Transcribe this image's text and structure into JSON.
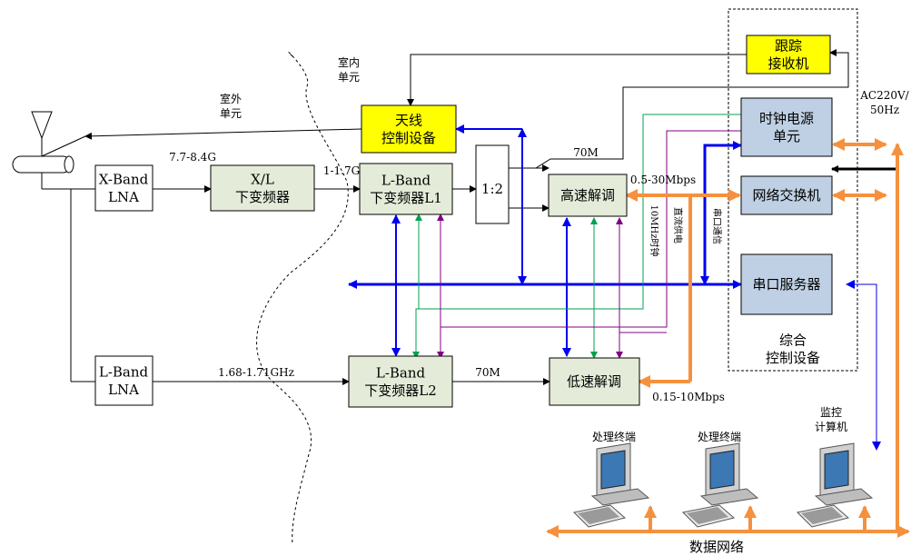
{
  "regions": {
    "outdoor": "室外\n单元",
    "indoor": "室内\n单元"
  },
  "blocks": {
    "xband_lna": "X-Band\nLNA",
    "xl_converter": "X/L\n下变频器",
    "antenna_ctrl": "天线\n控制设备",
    "lband_l1": "L-Band\n下变频器L1",
    "splitter": "1:2",
    "hs_demod": "高速解调",
    "lband_lna": "L-Band\nLNA",
    "lband_l2": "L-Band\n下变频器L2",
    "ls_demod": "低速解调",
    "tracking_rx": "跟踪\n接收机",
    "clock_power": "时钟电源\n单元",
    "net_switch": "网络交换机",
    "serial_server": "串口服务器",
    "integrated_ctrl": "综合\n控制设备"
  },
  "labels": {
    "freq_x": "7.7-8.4G",
    "freq_l": "1-1.7G",
    "freq_lband": "1.68-1.71GHz",
    "if_70m_top": "70M",
    "if_70m_bottom": "70M",
    "rate_high": "0.5-30Mbps",
    "rate_low": "0.15-10Mbps",
    "ac_power": "AC220V/\n50Hz",
    "clock_10mhz": "10MHz时钟",
    "dc_power": "直流供电",
    "serial_comm": "串口通信",
    "data_network": "数据网络"
  },
  "terminals": {
    "term1": "处理终端",
    "term2": "处理终端",
    "monitor": "监控\n计算机"
  },
  "colors": {
    "block_fill": "#e4ecd9",
    "ctrl_fill": "#bfd0e4",
    "highlight": "#ffff00",
    "blue": "#0000ee",
    "green": "#00a050",
    "purple": "#800080",
    "orange": "#f5913e"
  }
}
